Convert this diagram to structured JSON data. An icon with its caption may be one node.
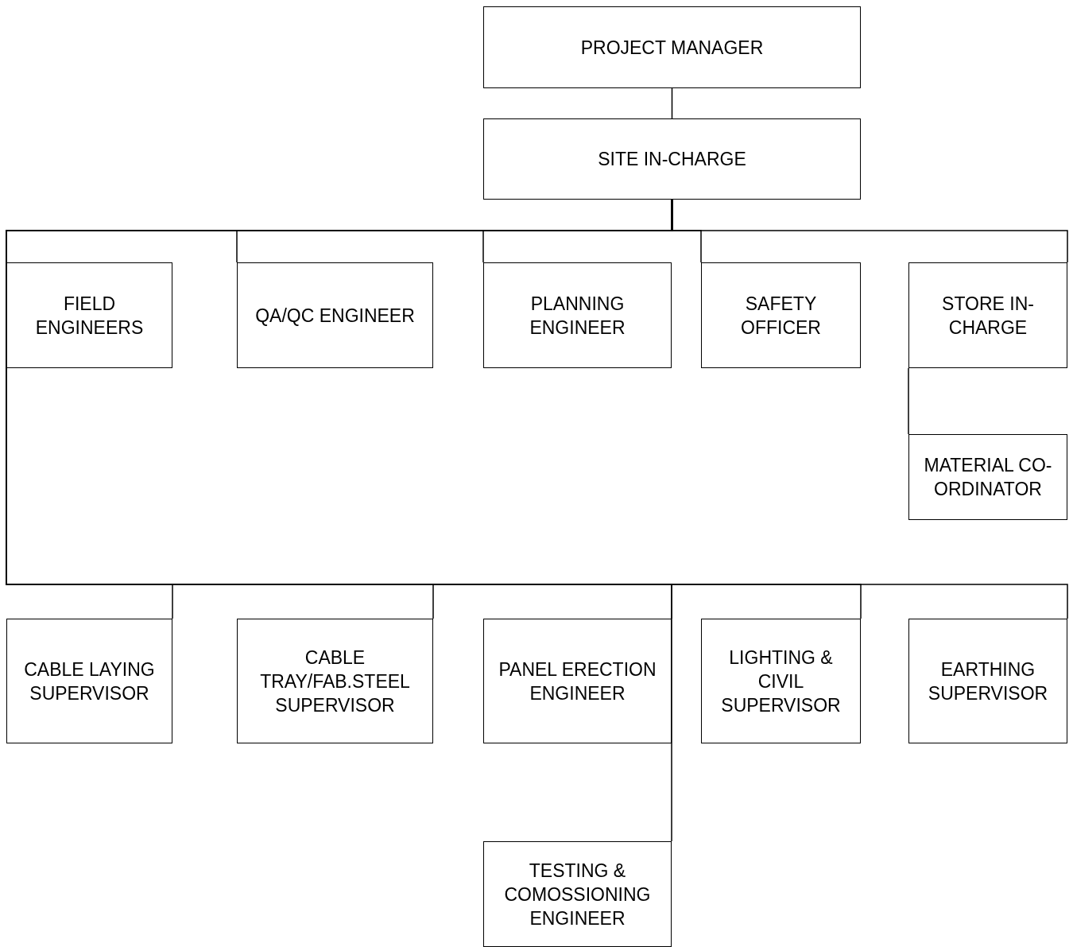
{
  "diagram": {
    "nodes": [
      {
        "text": [
          "PROJECT MANAGER"
        ]
      },
      {
        "text": [
          "SITE IN-CHARGE"
        ]
      },
      {
        "text": [
          "FIELD ENGINEERS"
        ]
      },
      {
        "text": [
          "QA/QC ENGINEER"
        ]
      },
      {
        "text": [
          "PLANNING ENGINEER"
        ]
      },
      {
        "text": [
          "SAFETY OFFICER"
        ]
      },
      {
        "text": [
          "STORE IN-CHARGE"
        ]
      },
      {
        "text": [
          "MATERIAL CO-ORDINATOR"
        ]
      },
      {
        "text": [
          "CABLE LAYING SUPERVISOR"
        ]
      },
      {
        "text": [
          "CABLE TRAY/FAB.STEEL SUPERVISOR"
        ]
      },
      {
        "text": [
          "PANEL ERECTION ENGINEER"
        ]
      },
      {
        "text": [
          "LIGHTING & CIVIL SUPERVISOR"
        ]
      },
      {
        "text": [
          "EARTHING SUPERVISOR"
        ]
      },
      {
        "text": [
          "TESTING & COMOSSIONING ENGINEER"
        ]
      }
    ],
    "edges": [
      {
        "from": 0,
        "to": 1,
        "arrow": "none"
      },
      {
        "from": 1,
        "to": 2,
        "arrow": "none"
      },
      {
        "from": 1,
        "to": 3,
        "arrow": "none"
      },
      {
        "from": 1,
        "to": 4,
        "arrow": "none"
      },
      {
        "from": 1,
        "to": 5,
        "arrow": "none"
      },
      {
        "from": 1,
        "to": 6,
        "arrow": "none"
      },
      {
        "from": 6,
        "to": 7,
        "arrow": "none"
      },
      {
        "from": 1,
        "to": 8,
        "arrow": "none"
      },
      {
        "from": 1,
        "to": 9,
        "arrow": "none"
      },
      {
        "from": 1,
        "to": 10,
        "arrow": "none"
      },
      {
        "from": 1,
        "to": 11,
        "arrow": "none"
      },
      {
        "from": 1,
        "to": 12,
        "arrow": "none"
      },
      {
        "from": 1,
        "to": 13,
        "arrow": "none"
      }
    ]
  }
}
